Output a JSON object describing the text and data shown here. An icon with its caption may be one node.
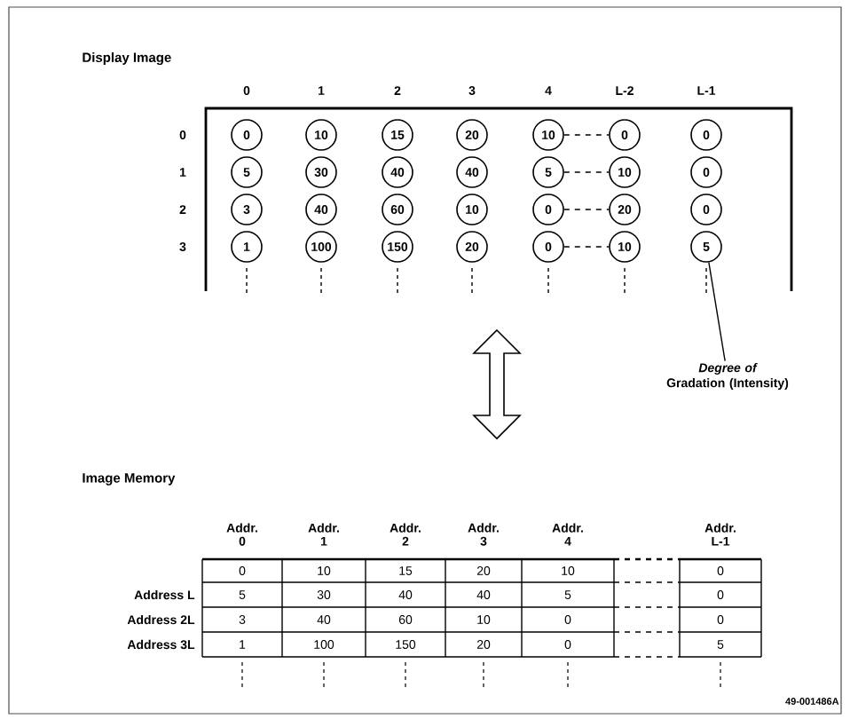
{
  "diagram": {
    "nodes": [
      {
        "text": [
          "0"
        ]
      },
      {
        "text": [
          "10"
        ]
      },
      {
        "text": [
          "15"
        ]
      },
      {
        "text": [
          "20"
        ]
      },
      {
        "text": [
          "10"
        ]
      },
      {
        "text": [
          "0"
        ]
      },
      {
        "text": [
          "0"
        ]
      },
      {
        "text": [
          "5"
        ]
      },
      {
        "text": [
          "30"
        ]
      },
      {
        "text": [
          "40"
        ]
      },
      {
        "text": [
          "40"
        ]
      },
      {
        "text": [
          "5"
        ]
      },
      {
        "text": [
          "10"
        ]
      },
      {
        "text": [
          "0"
        ]
      },
      {
        "text": [
          "3"
        ]
      },
      {
        "text": [
          "40"
        ]
      },
      {
        "text": [
          "60"
        ]
      },
      {
        "text": [
          "10"
        ]
      },
      {
        "text": [
          "0"
        ]
      },
      {
        "text": [
          "20"
        ]
      },
      {
        "text": [
          "0"
        ]
      },
      {
        "text": [
          "1"
        ]
      },
      {
        "text": [
          "100"
        ]
      },
      {
        "text": [
          "150"
        ]
      },
      {
        "text": [
          "20"
        ]
      },
      {
        "text": [
          "0"
        ]
      },
      {
        "text": [
          "10"
        ]
      },
      {
        "text": [
          "5"
        ]
      },
      {
        "text": [
          "*Degree of* Gradation (Intensity)"
        ]
      }
    ],
    "edges": [
      {
        "from": 28,
        "to": 27,
        "arrow": "none"
      },
      {
        "from": 4,
        "to": 5,
        "arrow": "none",
        "style": "dashed"
      },
      {
        "from": 11,
        "to": 12,
        "arrow": "none",
        "style": "dashed"
      },
      {
        "from": 18,
        "to": 19,
        "arrow": "none",
        "style": "dashed"
      },
      {
        "from": 25,
        "to": 26,
        "arrow": "none",
        "style": "dashed"
      }
    ],
    "labels": [
      "Display Image",
      "0",
      "1",
      "2",
      "3",
      "4",
      "L-2",
      "L-1",
      "0",
      "1",
      "2",
      "3",
      "Image Memory",
      "Addr. 0",
      "Addr. 1",
      "Addr. 2",
      "Addr. 3",
      "Addr. 4",
      "Addr. L-1",
      "0",
      "10",
      "15",
      "20",
      "10",
      "0",
      "Address L",
      "5",
      "30",
      "40",
      "40",
      "5",
      "0",
      "Address 2L",
      "3",
      "40",
      "60",
      "10",
      "0",
      "0",
      "Address 3L",
      "1",
      "100",
      "150",
      "20",
      "0",
      "5",
      "49-001486A"
    ]
  }
}
